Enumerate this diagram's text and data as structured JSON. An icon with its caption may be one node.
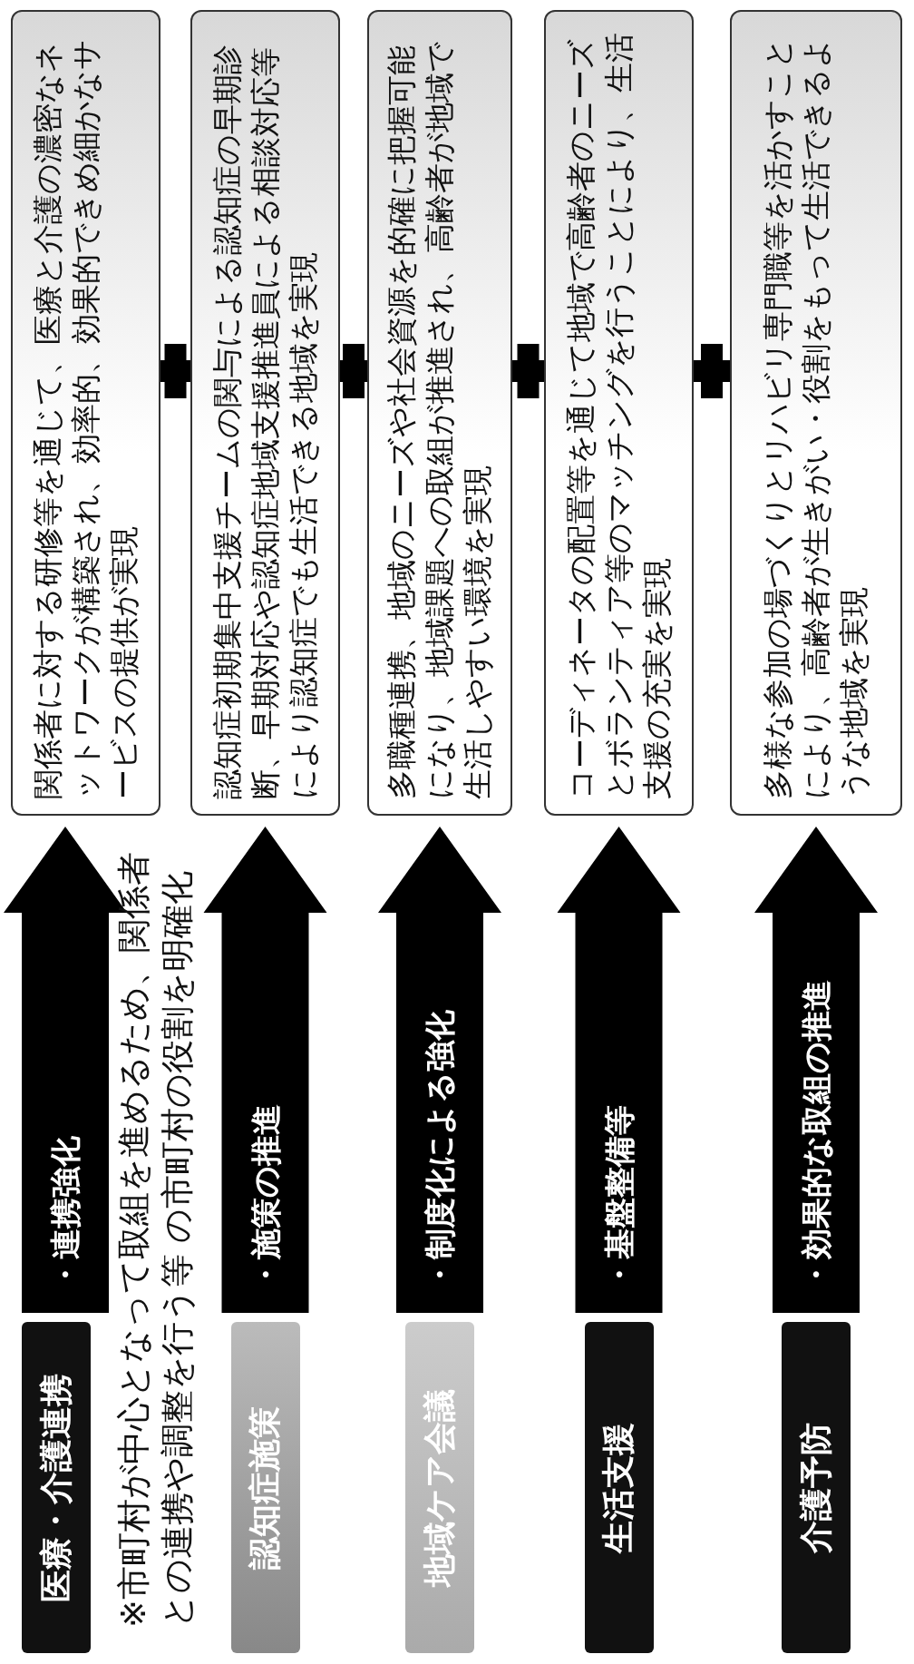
{
  "diagram": {
    "nodes": [
      {
        "text": [
          "医療・介護連携"
        ]
      },
      {
        "text": [
          "関係者に対する研修等を通じて、医療と介護の濃密なネットワークが構築され、効率的、効果的できめ細かなサービスの提供が実現"
        ]
      },
      {
        "text": [
          "認知症施策"
        ]
      },
      {
        "text": [
          "認知症初期集中支援チームの関与による認知症の早期診断、早期対応や認知症地域支援推進員による相談対応等により認知症でも生活できる地域を実現"
        ]
      },
      {
        "text": [
          "地域ケア会議"
        ]
      },
      {
        "text": [
          "多職種連携、地域のニーズや社会資源を的確に把握可能になり、地域課題への取組が推進され、高齢者が地域で生活しやすい環境を実現"
        ]
      },
      {
        "text": [
          "生活支援"
        ]
      },
      {
        "text": [
          "コーディネータの配置等を通じて地域で高齢者のニーズとボランティア等のマッチングを行うことにより、生活支援の充実を実現"
        ]
      },
      {
        "text": [
          "介護予防"
        ]
      },
      {
        "text": [
          "多様な参加の場づくりとリハビリ専門職等を活かすことにより、高齢者が生きがい・役割をもって生活できるような地域を実現"
        ]
      }
    ],
    "edges": [
      {
        "from": 0,
        "to": 1,
        "arrow": "to",
        "label": "・連携強化"
      },
      {
        "from": 2,
        "to": 3,
        "arrow": "to",
        "label": "・施策の推進"
      },
      {
        "from": 4,
        "to": 5,
        "arrow": "to",
        "label": "・制度化による強化"
      },
      {
        "from": 6,
        "to": 7,
        "arrow": "to",
        "label": "・基盤整備等"
      },
      {
        "from": 8,
        "to": 9,
        "arrow": "to",
        "label": "・効果的な取組の推進"
      }
    ],
    "labels": [
      "※市町村が中心となって取組を進めるため、関係者との連携や調整を行う等 の市町村の役割を明確化"
    ]
  }
}
